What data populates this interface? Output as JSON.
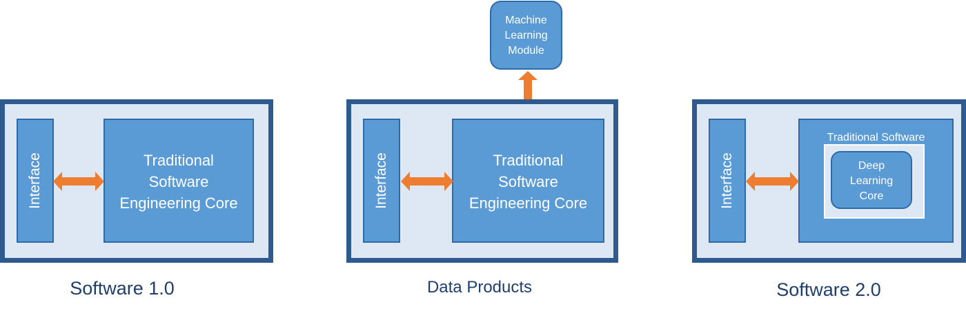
{
  "diagrams": [
    {
      "caption": "Software 1.0",
      "interface_label": "Interface",
      "core_lines": [
        "Traditional",
        "Software",
        "Engineering Core"
      ]
    },
    {
      "caption": "Data Products",
      "interface_label": "Interface",
      "core_lines": [
        "Traditional",
        "Software",
        "Engineering Core"
      ],
      "module_lines": [
        "Machine",
        "Learning",
        "Module"
      ]
    },
    {
      "caption": "Software 2.0",
      "interface_label": "Interface",
      "outer_label": "Traditional Software",
      "inner_lines": [
        "Deep",
        "Learning",
        "Core"
      ]
    }
  ],
  "colors": {
    "frame_border": "#2f5a8e",
    "frame_fill": "#dde8f4",
    "block_fill": "#5b9bd5",
    "arrow": "#ed7d31",
    "caption": "#1f3f6b"
  }
}
